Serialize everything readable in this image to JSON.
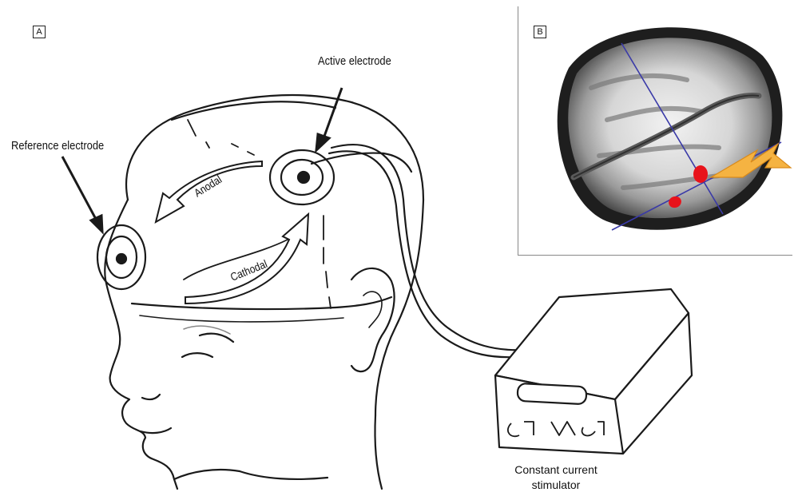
{
  "panels": {
    "a_label": "A",
    "b_label": "B"
  },
  "labels": {
    "active_electrode": "Active electrode",
    "reference_electrode": "Reference electrode",
    "anodal": "Anodal",
    "cathodal": "Cathodal",
    "stimulator_line1": "Constant current",
    "stimulator_line2": "stimulator"
  },
  "colors": {
    "line": "#1a1a1a",
    "mri_line": "#3a3aa8",
    "stim_spot": "#e8131b",
    "bolt_fill": "#f5b342",
    "bolt_stroke": "#d98a1a"
  }
}
